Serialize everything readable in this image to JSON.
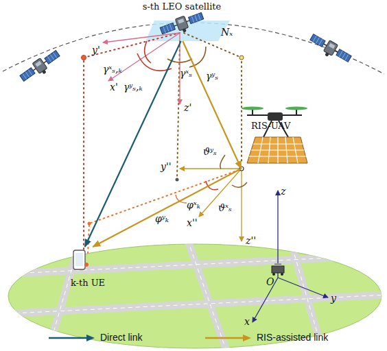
{
  "diagram": {
    "nodes": [
      {
        "text": [
          "s-th LEO satellite"
        ]
      },
      {
        "text": [
          "RIS-UAV"
        ]
      },
      {
        "text": [
          "k-th UE"
        ]
      }
    ],
    "edges": [
      {
        "from": 0,
        "to": 2,
        "arrow": "to"
      },
      {
        "from": 0,
        "to": 1,
        "arrow": "to"
      },
      {
        "from": 1,
        "to": 2,
        "arrow": "to"
      }
    ],
    "labels": [
      "y'",
      "x'",
      "z'",
      "Nₓ",
      "γˣₛ,ₖ",
      "γʸₛ,ₖ",
      "γˣₛ",
      "γʸₛ",
      "ϑʸₛ",
      "y''",
      "φʸₖ",
      "φˣₖ",
      "ϑˣₛ",
      "x''",
      "z''",
      "z",
      "y",
      "x",
      "O"
    ],
    "legend": [
      {
        "text": "Direct link"
      },
      {
        "text": "RIS-assisted link"
      }
    ]
  }
}
